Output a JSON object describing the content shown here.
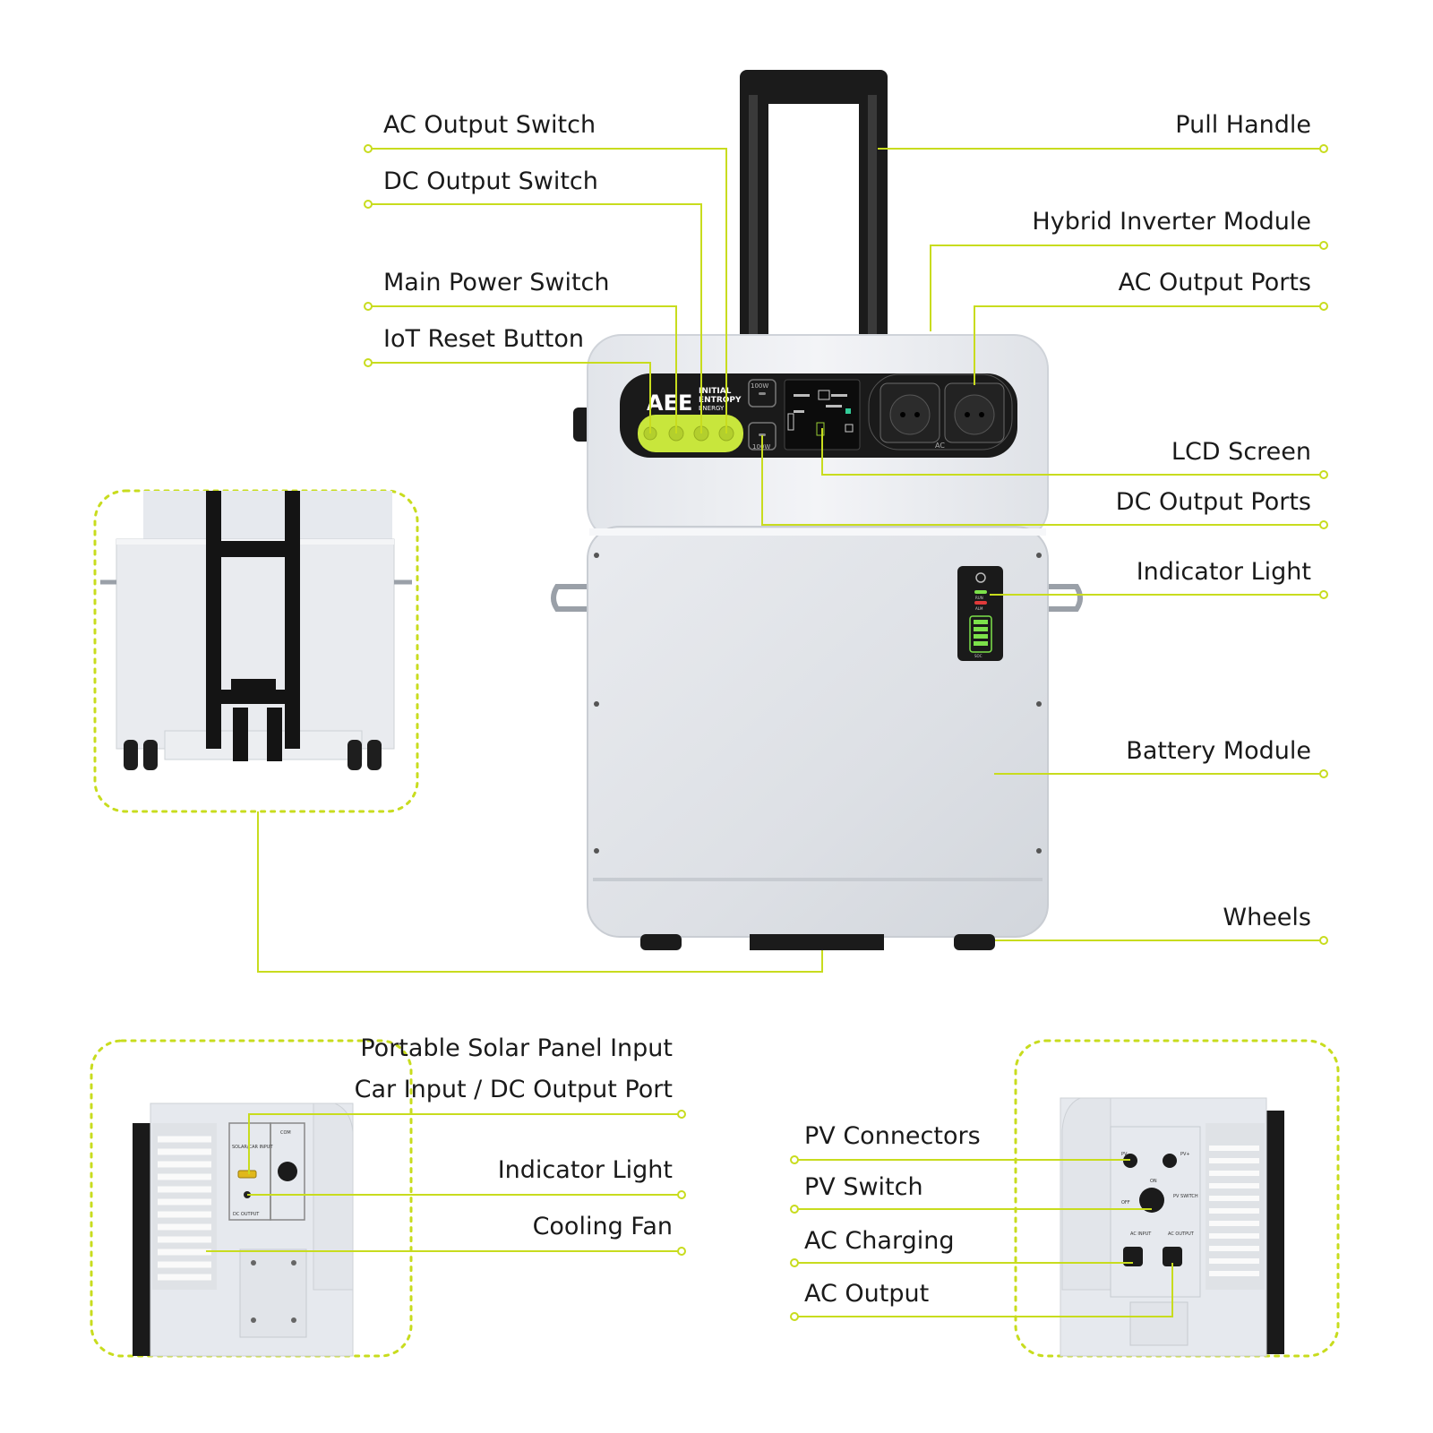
{
  "logo": {
    "mark": "AEE",
    "line1": "INITIAL",
    "line2": "ENTROPY",
    "line3": "ENERGY"
  },
  "device_print": {
    "usb_top": "100W",
    "usb_bottom": "100W",
    "ac": "AC",
    "run": "RUN",
    "alm": "ALM",
    "soc": "SOC",
    "solar_car_input": "SOLAR/CAR INPUT",
    "com": "COM",
    "dc_output": "DC OUTPUT",
    "pv_minus": "PV-",
    "pv_plus": "PV+",
    "on": "ON",
    "off": "OFF",
    "pv_switch": "PV SWITCH",
    "ac_input": "AC INPUT",
    "ac_output": "AC OUTPUT"
  },
  "callouts": {
    "ac_output_switch": "AC Output Switch",
    "dc_output_switch": "DC Output Switch",
    "main_power_switch": "Main Power Switch",
    "iot_reset_button": "IoT Reset Button",
    "pull_handle": "Pull Handle",
    "hybrid_inverter_module": "Hybrid Inverter Module",
    "ac_output_ports": "AC Output Ports",
    "lcd_screen": "LCD Screen",
    "dc_output_ports": "DC Output Ports",
    "indicator_light": "Indicator Light",
    "battery_module": "Battery Module",
    "wheels": "Wheels",
    "portable_solar_panel_input": "Portable Solar Panel Input",
    "car_input_dc_output_port": "Car Input / DC Output Port",
    "side_indicator_light": "Indicator Light",
    "cooling_fan": "Cooling Fan",
    "pv_connectors": "PV Connectors",
    "pv_switch": "PV Switch",
    "ac_charging": "AC Charging",
    "ac_output": "AC Output"
  },
  "colors": {
    "accent": "#c8dc1e",
    "panel_green": "#c8e63c",
    "body": "#eef0f4",
    "dark": "#1a1a1a"
  }
}
